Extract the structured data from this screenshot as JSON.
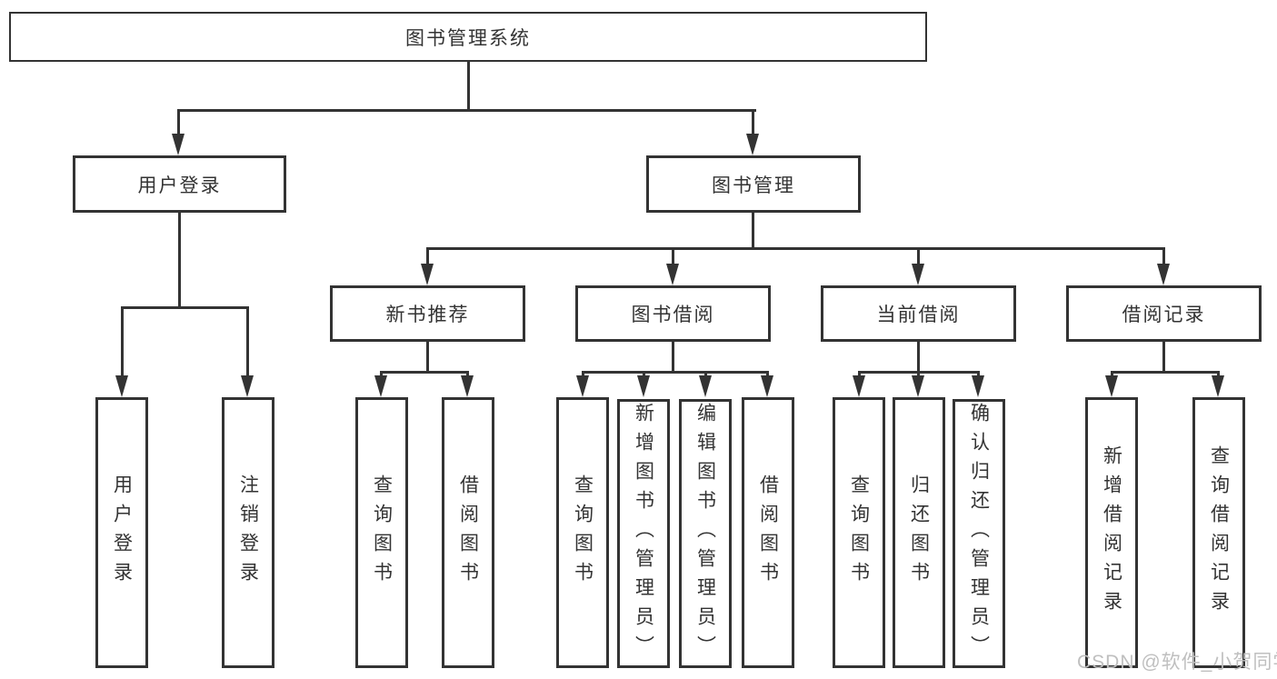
{
  "diagram": {
    "title": "图书管理系统",
    "root": {
      "label": "图书管理系统"
    },
    "level2": [
      {
        "label": "用户登录"
      },
      {
        "label": "图书管理"
      }
    ],
    "level3": [
      {
        "label": "新书推荐"
      },
      {
        "label": "图书借阅"
      },
      {
        "label": "当前借阅"
      },
      {
        "label": "借阅记录"
      }
    ],
    "leaves": {
      "user_login": [
        {
          "label": "用户登录"
        },
        {
          "label": "注销登录"
        }
      ],
      "new_book_recommend": [
        {
          "label": "查询图书"
        },
        {
          "label": "借阅图书"
        }
      ],
      "book_borrowing": [
        {
          "label": "查询图书"
        },
        {
          "label": "新增图书（管理员）"
        },
        {
          "label": "编辑图书（管理员）"
        },
        {
          "label": "借阅图书"
        }
      ],
      "current_borrowing": [
        {
          "label": "查询图书"
        },
        {
          "label": "归还图书"
        },
        {
          "label": "确认归还（管理员）"
        }
      ],
      "borrow_records": [
        {
          "label": "新增借阅记录"
        },
        {
          "label": "查询借阅记录"
        }
      ]
    },
    "watermark": "CSDN @软件_小贺同学",
    "colors": {
      "line": "#333333",
      "text": "#333333",
      "watermark": "#bfbfbf",
      "background": "#ffffff"
    }
  }
}
